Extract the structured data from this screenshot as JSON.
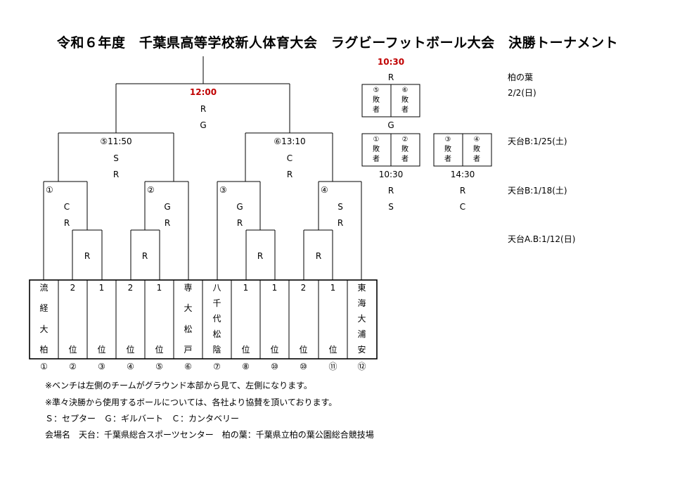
{
  "title": "令和６年度　千葉県高等学校新人体育大会　ラグビーフットボール大会　決勝トーナメント",
  "final": {
    "time": "12:00",
    "r1": "R",
    "r2": "G"
  },
  "semis": [
    {
      "label": "⑤11:50",
      "r1": "S",
      "r2": "R"
    },
    {
      "label": "⑥13:10",
      "r1": "C",
      "r2": "R"
    }
  ],
  "qf": [
    {
      "num": "①",
      "r1": "C",
      "r2": "R"
    },
    {
      "num": "②",
      "r1": "G",
      "r2": "R"
    },
    {
      "num": "③",
      "r1": "G",
      "r2": "R"
    },
    {
      "num": "④",
      "r1": "S",
      "r2": "R"
    }
  ],
  "first_round_ref": [
    "R",
    "R",
    "R",
    "R"
  ],
  "teams": [
    [
      "流",
      "経",
      "大",
      "柏"
    ],
    [
      "2",
      "位"
    ],
    [
      "1",
      "位"
    ],
    [
      "2",
      "位"
    ],
    [
      "1",
      "位"
    ],
    [
      "専",
      "大",
      "松",
      "戸"
    ],
    [
      "八",
      "千",
      "代",
      "松",
      "陰"
    ],
    [
      "1",
      "位"
    ],
    [
      "1",
      "位"
    ],
    [
      "2",
      "位"
    ],
    [
      "1",
      "位"
    ],
    [
      "東",
      "海",
      "大",
      "浦",
      "安"
    ]
  ],
  "seed_numbers": [
    "①",
    "②",
    "③",
    "④",
    "⑤",
    "⑥",
    "⑦",
    "⑧",
    "⑩",
    "⑩",
    "⑪",
    "⑫"
  ],
  "placement": {
    "third": {
      "time": "10:30",
      "r1": "R",
      "r2": "G",
      "cells": [
        [
          "⑤",
          "敗",
          "者"
        ],
        [
          "⑥",
          "敗",
          "者"
        ]
      ]
    },
    "fifth": {
      "time": "10:30",
      "r1": "R",
      "r2": "S",
      "cells": [
        [
          "①",
          "敗",
          "者"
        ],
        [
          "②",
          "敗",
          "者"
        ]
      ]
    },
    "seventh": {
      "time": "14:30",
      "r1": "R",
      "r2": "C",
      "cells": [
        [
          "③",
          "敗",
          "者"
        ],
        [
          "④",
          "敗",
          "者"
        ]
      ]
    }
  },
  "schedule": [
    {
      "line1": "柏の葉",
      "line2": "2/2(日)"
    },
    {
      "line1": "天台B:1/25(土)"
    },
    {
      "line1": "天台B:1/18(土)"
    },
    {
      "line1": "天台A.B:1/12(日)"
    }
  ],
  "notes": [
    "※ベンチは左側のチームがグラウンド本部から見て、左側になります。",
    "※準々決勝から使用するボールについては、各社より協賛を頂いております。",
    "Ｓ：セプター　Ｇ：ギルバート　Ｃ：カンタベリー",
    "会場名　天台：千葉県総合スポーツセンター　柏の葉：千葉県立柏の葉公園総合競技場"
  ],
  "colors": {
    "accent": "#c00000",
    "line": "#000000"
  }
}
